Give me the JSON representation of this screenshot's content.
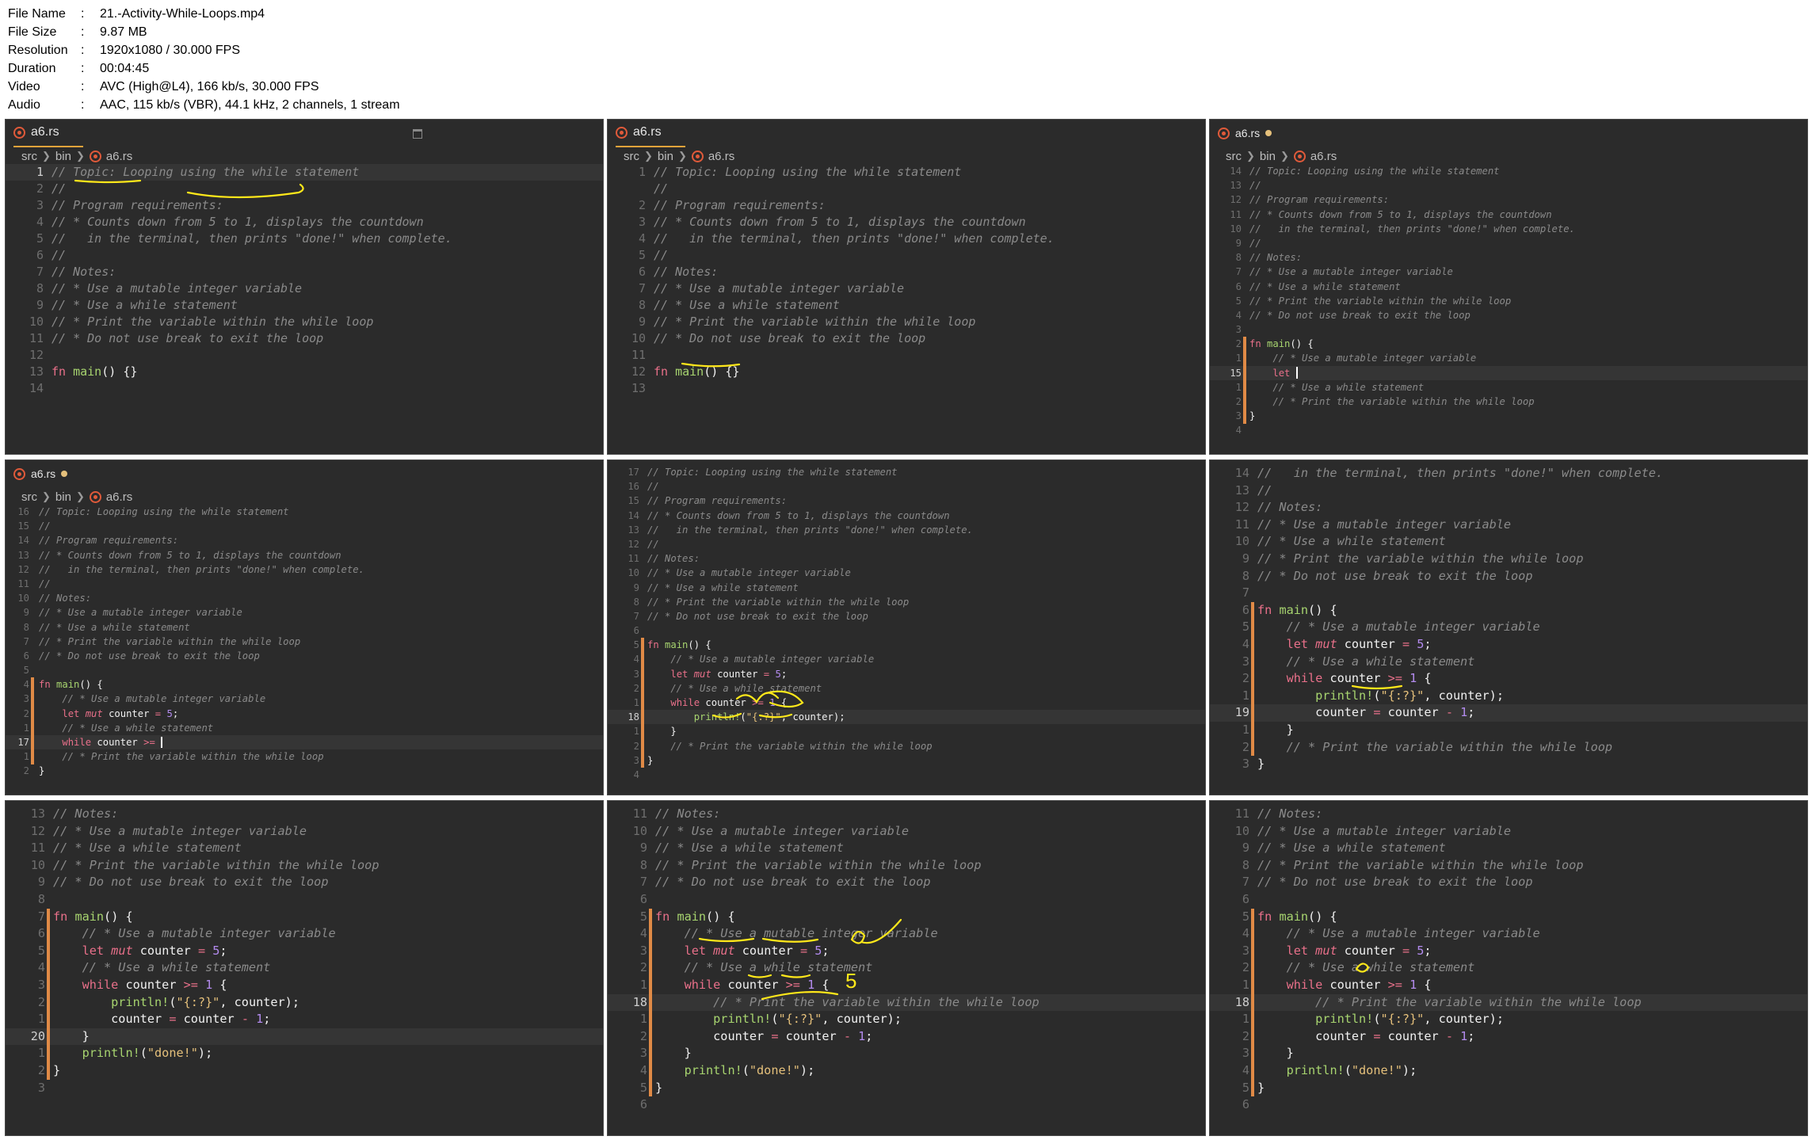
{
  "file_info": [
    {
      "key": "File Name",
      "value": "21.-Activity-While-Loops.mp4"
    },
    {
      "key": "File Size",
      "value": "9.87 MB"
    },
    {
      "key": "Resolution",
      "value": "1920x1080 / 30.000 FPS"
    },
    {
      "key": "Duration",
      "value": "00:04:45"
    },
    {
      "key": "Video",
      "value": "AVC (High@L4), 166 kb/s, 30.000 FPS"
    },
    {
      "key": "Audio",
      "value": "AAC, 115 kb/s (VBR), 44.1 kHz, 2 channels, 1 stream"
    }
  ],
  "separator": ":",
  "breadcrumb": {
    "src": "src",
    "bin": "bin",
    "file": "a6.rs"
  },
  "panels": [
    {
      "tab": "a6.rs",
      "modified": false,
      "show_tab": true,
      "show_crumbs": true,
      "lines": [
        {
          "n": "1",
          "t": "// Topic: Looping using the while statement",
          "cur": true
        },
        {
          "n": "2",
          "t": "//"
        },
        {
          "n": "3",
          "t": "// Program requirements:"
        },
        {
          "n": "4",
          "t": "// * Counts down from 5 to 1, displays the countdown"
        },
        {
          "n": "5",
          "t": "//   in the terminal, then prints \"done!\" when complete."
        },
        {
          "n": "6",
          "t": "//"
        },
        {
          "n": "7",
          "t": "// Notes:"
        },
        {
          "n": "8",
          "t": "// * Use a mutable integer variable"
        },
        {
          "n": "9",
          "t": "// * Use a while statement"
        },
        {
          "n": "10",
          "t": "// * Print the variable within the while loop"
        },
        {
          "n": "11",
          "t": "// * Do not use break to exit the loop"
        },
        {
          "n": "12",
          "t": ""
        },
        {
          "n": "13",
          "t": "fn main() {}"
        },
        {
          "n": "14",
          "t": ""
        }
      ]
    },
    {
      "tab": "a6.rs",
      "modified": false,
      "show_tab": true,
      "show_crumbs": true,
      "lines": [
        {
          "n": "1",
          "t": "// Topic: Looping using the while statement"
        },
        {
          "n": "",
          "t": "//"
        },
        {
          "n": "2",
          "t": "// Program requirements:"
        },
        {
          "n": "3",
          "t": "// * Counts down from 5 to 1, displays the countdown"
        },
        {
          "n": "4",
          "t": "//   in the terminal, then prints \"done!\" when complete."
        },
        {
          "n": "5",
          "t": "//"
        },
        {
          "n": "6",
          "t": "// Notes:"
        },
        {
          "n": "7",
          "t": "// * Use a mutable integer variable"
        },
        {
          "n": "8",
          "t": "// * Use a while statement"
        },
        {
          "n": "9",
          "t": "// * Print the variable within the while loop"
        },
        {
          "n": "10",
          "t": "// * Do not use break to exit the loop"
        },
        {
          "n": "11",
          "t": ""
        },
        {
          "n": "12",
          "t": "fn main() {}"
        },
        {
          "n": "13",
          "t": ""
        }
      ]
    },
    {
      "tab": "a6.rs",
      "modified": true,
      "show_tab": true,
      "show_crumbs": true,
      "lines": [
        {
          "n": "14",
          "t": "// Topic: Looping using the while statement"
        },
        {
          "n": "13",
          "t": "//"
        },
        {
          "n": "12",
          "t": "// Program requirements:"
        },
        {
          "n": "11",
          "t": "// * Counts down from 5 to 1, displays the countdown"
        },
        {
          "n": "10",
          "t": "//   in the terminal, then prints \"done!\" when complete."
        },
        {
          "n": "9",
          "t": "//"
        },
        {
          "n": "8",
          "t": "// Notes:"
        },
        {
          "n": "7",
          "t": "// * Use a mutable integer variable"
        },
        {
          "n": "6",
          "t": "// * Use a while statement"
        },
        {
          "n": "5",
          "t": "// * Print the variable within the while loop"
        },
        {
          "n": "4",
          "t": "// * Do not use break to exit the loop"
        },
        {
          "n": "3",
          "t": ""
        },
        {
          "n": "2",
          "t": "fn main() {"
        },
        {
          "n": "1",
          "t": "    // * Use a mutable integer variable"
        },
        {
          "n": "15",
          "t": "    let ",
          "cur": true
        },
        {
          "n": "1",
          "t": "    // * Use a while statement"
        },
        {
          "n": "2",
          "t": "    // * Print the variable within the while loop"
        },
        {
          "n": "3",
          "t": "}"
        },
        {
          "n": "4",
          "t": ""
        }
      ]
    },
    {
      "tab": "a6.rs",
      "modified": true,
      "show_tab": true,
      "show_crumbs": true,
      "lines": [
        {
          "n": "16",
          "t": "// Topic: Looping using the while statement"
        },
        {
          "n": "15",
          "t": "//"
        },
        {
          "n": "14",
          "t": "// Program requirements:"
        },
        {
          "n": "13",
          "t": "// * Counts down from 5 to 1, displays the countdown"
        },
        {
          "n": "12",
          "t": "//   in the terminal, then prints \"done!\" when complete."
        },
        {
          "n": "11",
          "t": "//"
        },
        {
          "n": "10",
          "t": "// Notes:"
        },
        {
          "n": "9",
          "t": "// * Use a mutable integer variable"
        },
        {
          "n": "8",
          "t": "// * Use a while statement"
        },
        {
          "n": "7",
          "t": "// * Print the variable within the while loop"
        },
        {
          "n": "6",
          "t": "// * Do not use break to exit the loop"
        },
        {
          "n": "5",
          "t": ""
        },
        {
          "n": "4",
          "t": "fn main() {"
        },
        {
          "n": "3",
          "t": "    // * Use a mutable integer variable"
        },
        {
          "n": "2",
          "t": "    let mut counter = 5;"
        },
        {
          "n": "1",
          "t": "    // * Use a while statement"
        },
        {
          "n": "17",
          "t": "    while counter >= ",
          "cur": true
        },
        {
          "n": "1",
          "t": "    // * Print the variable within the while loop"
        },
        {
          "n": "2",
          "t": "}"
        }
      ]
    },
    {
      "tab": "",
      "modified": false,
      "show_tab": false,
      "show_crumbs": false,
      "lines": [
        {
          "n": "17",
          "t": "// Topic: Looping using the while statement"
        },
        {
          "n": "16",
          "t": "//"
        },
        {
          "n": "15",
          "t": "// Program requirements:"
        },
        {
          "n": "14",
          "t": "// * Counts down from 5 to 1, displays the countdown"
        },
        {
          "n": "13",
          "t": "//   in the terminal, then prints \"done!\" when complete."
        },
        {
          "n": "12",
          "t": "//"
        },
        {
          "n": "11",
          "t": "// Notes:"
        },
        {
          "n": "10",
          "t": "// * Use a mutable integer variable"
        },
        {
          "n": "9",
          "t": "// * Use a while statement"
        },
        {
          "n": "8",
          "t": "// * Print the variable within the while loop"
        },
        {
          "n": "7",
          "t": "// * Do not use break to exit the loop"
        },
        {
          "n": "6",
          "t": ""
        },
        {
          "n": "5",
          "t": "fn main() {"
        },
        {
          "n": "4",
          "t": "    // * Use a mutable integer variable"
        },
        {
          "n": "3",
          "t": "    let mut counter = 5;"
        },
        {
          "n": "2",
          "t": "    // * Use a while statement"
        },
        {
          "n": "1",
          "t": "    while counter >= 1 {"
        },
        {
          "n": "18",
          "t": "        println!(\"{:?}\", counter);",
          "cur": true
        },
        {
          "n": "1",
          "t": "    }"
        },
        {
          "n": "2",
          "t": "    // * Print the variable within the while loop"
        },
        {
          "n": "3",
          "t": "}"
        },
        {
          "n": "4",
          "t": ""
        }
      ]
    },
    {
      "tab": "",
      "modified": false,
      "show_tab": false,
      "show_crumbs": false,
      "lines": [
        {
          "n": "14",
          "t": "//   in the terminal, then prints \"done!\" when complete."
        },
        {
          "n": "13",
          "t": "//"
        },
        {
          "n": "12",
          "t": "// Notes:"
        },
        {
          "n": "11",
          "t": "// * Use a mutable integer variable"
        },
        {
          "n": "10",
          "t": "// * Use a while statement"
        },
        {
          "n": "9",
          "t": "// * Print the variable within the while loop"
        },
        {
          "n": "8",
          "t": "// * Do not use break to exit the loop"
        },
        {
          "n": "7",
          "t": ""
        },
        {
          "n": "6",
          "t": "fn main() {"
        },
        {
          "n": "5",
          "t": "    // * Use a mutable integer variable"
        },
        {
          "n": "4",
          "t": "    let mut counter = 5;"
        },
        {
          "n": "3",
          "t": "    // * Use a while statement"
        },
        {
          "n": "2",
          "t": "    while counter >= 1 {"
        },
        {
          "n": "1",
          "t": "        println!(\"{:?}\", counter);"
        },
        {
          "n": "19",
          "t": "        counter = counter - 1;",
          "cur": true
        },
        {
          "n": "1",
          "t": "    }"
        },
        {
          "n": "2",
          "t": "    // * Print the variable within the while loop"
        },
        {
          "n": "3",
          "t": "}"
        }
      ]
    },
    {
      "tab": "",
      "modified": false,
      "show_tab": false,
      "show_crumbs": false,
      "lines": [
        {
          "n": "13",
          "t": "// Notes:"
        },
        {
          "n": "12",
          "t": "// * Use a mutable integer variable"
        },
        {
          "n": "11",
          "t": "// * Use a while statement"
        },
        {
          "n": "10",
          "t": "// * Print the variable within the while loop"
        },
        {
          "n": "9",
          "t": "// * Do not use break to exit the loop"
        },
        {
          "n": "8",
          "t": ""
        },
        {
          "n": "7",
          "t": "fn main() {"
        },
        {
          "n": "6",
          "t": "    // * Use a mutable integer variable"
        },
        {
          "n": "5",
          "t": "    let mut counter = 5;"
        },
        {
          "n": "4",
          "t": "    // * Use a while statement"
        },
        {
          "n": "3",
          "t": "    while counter >= 1 {"
        },
        {
          "n": "2",
          "t": "        println!(\"{:?}\", counter);"
        },
        {
          "n": "1",
          "t": "        counter = counter - 1;"
        },
        {
          "n": "20",
          "t": "    }",
          "cur": true
        },
        {
          "n": "1",
          "t": "    println!(\"done!\");"
        },
        {
          "n": "2",
          "t": "}"
        },
        {
          "n": "3",
          "t": ""
        }
      ]
    },
    {
      "tab": "",
      "modified": false,
      "show_tab": false,
      "show_crumbs": false,
      "lines": [
        {
          "n": "11",
          "t": "// Notes:"
        },
        {
          "n": "10",
          "t": "// * Use a mutable integer variable"
        },
        {
          "n": "9",
          "t": "// * Use a while statement"
        },
        {
          "n": "8",
          "t": "// * Print the variable within the while loop"
        },
        {
          "n": "7",
          "t": "// * Do not use break to exit the loop"
        },
        {
          "n": "6",
          "t": ""
        },
        {
          "n": "5",
          "t": "fn main() {"
        },
        {
          "n": "4",
          "t": "    // * Use a mutable integer variable"
        },
        {
          "n": "3",
          "t": "    let mut counter = 5;"
        },
        {
          "n": "2",
          "t": "    // * Use a while statement"
        },
        {
          "n": "1",
          "t": "    while counter >= 1 {"
        },
        {
          "n": "18",
          "t": "        // * Print the variable within the while loop",
          "cur": true
        },
        {
          "n": "1",
          "t": "        println!(\"{:?}\", counter);"
        },
        {
          "n": "2",
          "t": "        counter = counter - 1;"
        },
        {
          "n": "3",
          "t": "    }"
        },
        {
          "n": "4",
          "t": "    println!(\"done!\");"
        },
        {
          "n": "5",
          "t": "}"
        },
        {
          "n": "6",
          "t": ""
        }
      ]
    },
    {
      "tab": "",
      "modified": false,
      "show_tab": false,
      "show_crumbs": false,
      "lines": [
        {
          "n": "11",
          "t": "// Notes:"
        },
        {
          "n": "10",
          "t": "// * Use a mutable integer variable"
        },
        {
          "n": "9",
          "t": "// * Use a while statement"
        },
        {
          "n": "8",
          "t": "// * Print the variable within the while loop"
        },
        {
          "n": "7",
          "t": "// * Do not use break to exit the loop"
        },
        {
          "n": "6",
          "t": ""
        },
        {
          "n": "5",
          "t": "fn main() {"
        },
        {
          "n": "4",
          "t": "    // * Use a mutable integer variable"
        },
        {
          "n": "3",
          "t": "    let mut counter = 5;"
        },
        {
          "n": "2",
          "t": "    // * Use a while statement"
        },
        {
          "n": "1",
          "t": "    while counter >= 1 {"
        },
        {
          "n": "18",
          "t": "        // * Print the variable within the while loop",
          "cur": true
        },
        {
          "n": "1",
          "t": "        println!(\"{:?}\", counter);"
        },
        {
          "n": "2",
          "t": "        counter = counter - 1;"
        },
        {
          "n": "3",
          "t": "    }"
        },
        {
          "n": "4",
          "t": "    println!(\"done!\");"
        },
        {
          "n": "5",
          "t": "}"
        },
        {
          "n": "6",
          "t": ""
        }
      ]
    }
  ],
  "annotation_label": "5",
  "colors": {
    "editor_bg": "#2b2b2b",
    "comment": "#8a8a8a",
    "keyword": "#e9708a",
    "function": "#a7d46f",
    "number": "#b48cf0",
    "string": "#e5c07b",
    "annotation": "#ffe81a",
    "tab_accent": "#e5a33a",
    "rust_icon": "#e05a3a"
  }
}
